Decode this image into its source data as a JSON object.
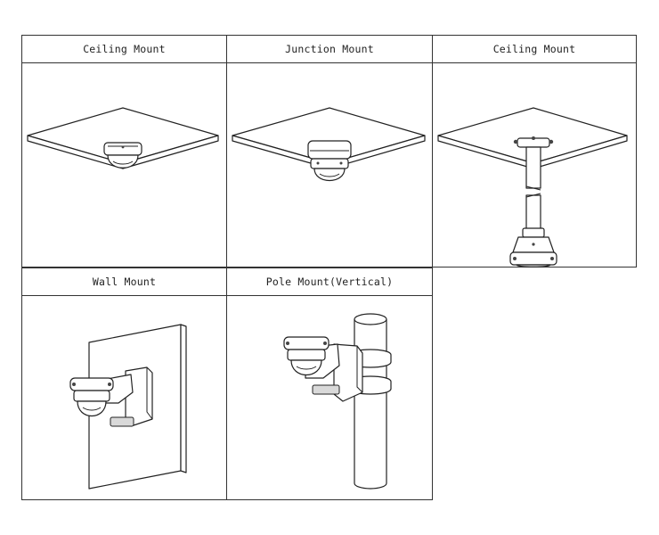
{
  "mounts": [
    {
      "label": "Ceiling Mount"
    },
    {
      "label": "Junction Mount"
    },
    {
      "label": "Ceiling Mount"
    },
    {
      "label": "Wall Mount"
    },
    {
      "label": "Pole Mount(Vertical)"
    }
  ]
}
